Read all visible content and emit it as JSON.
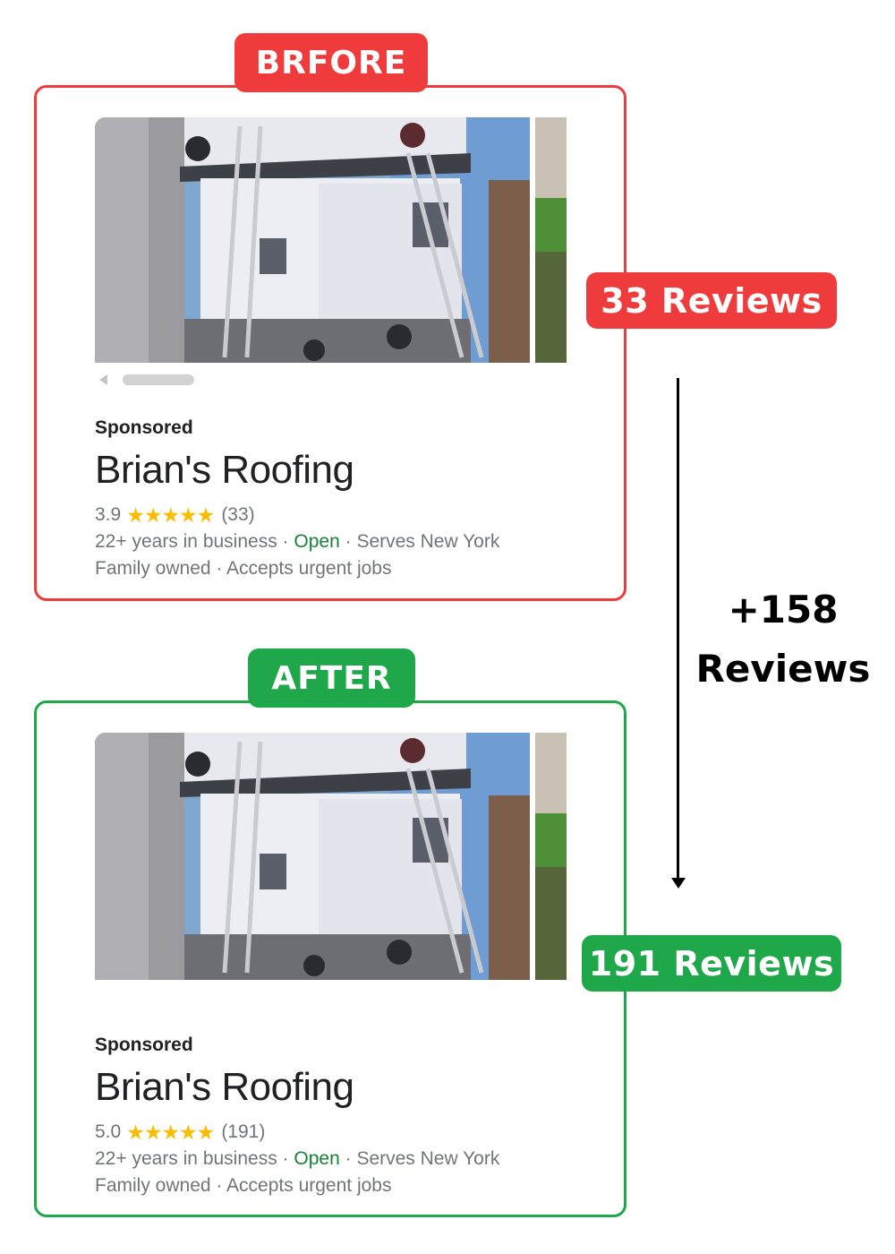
{
  "before": {
    "tag": "BRFORE",
    "count_badge": "33 Reviews",
    "sponsored": "Sponsored",
    "business_name": "Brian's Roofing",
    "rating": "3.9",
    "stars": "★★★★★",
    "review_count": "(33)",
    "line1_years": "22+ years in business",
    "sep": " · ",
    "open": "Open",
    "serves": "Serves New York",
    "line2": "Family owned · Accepts urgent jobs"
  },
  "after": {
    "tag": "AFTER",
    "count_badge": "191 Reviews",
    "sponsored": "Sponsored",
    "business_name": "Brian's Roofing",
    "rating": "5.0",
    "stars": "★★★★★",
    "review_count": "(191)",
    "line1_years": "22+ years in business",
    "sep": " · ",
    "open": "Open",
    "serves": "Serves New York",
    "line2": "Family owned · Accepts urgent jobs"
  },
  "delta": {
    "line1": "+158",
    "line2": "Reviews"
  },
  "colors": {
    "before_red": "#ef3b3b",
    "after_green": "#1ea84a",
    "star_yellow": "#fbbc04",
    "open_green": "#188038"
  }
}
